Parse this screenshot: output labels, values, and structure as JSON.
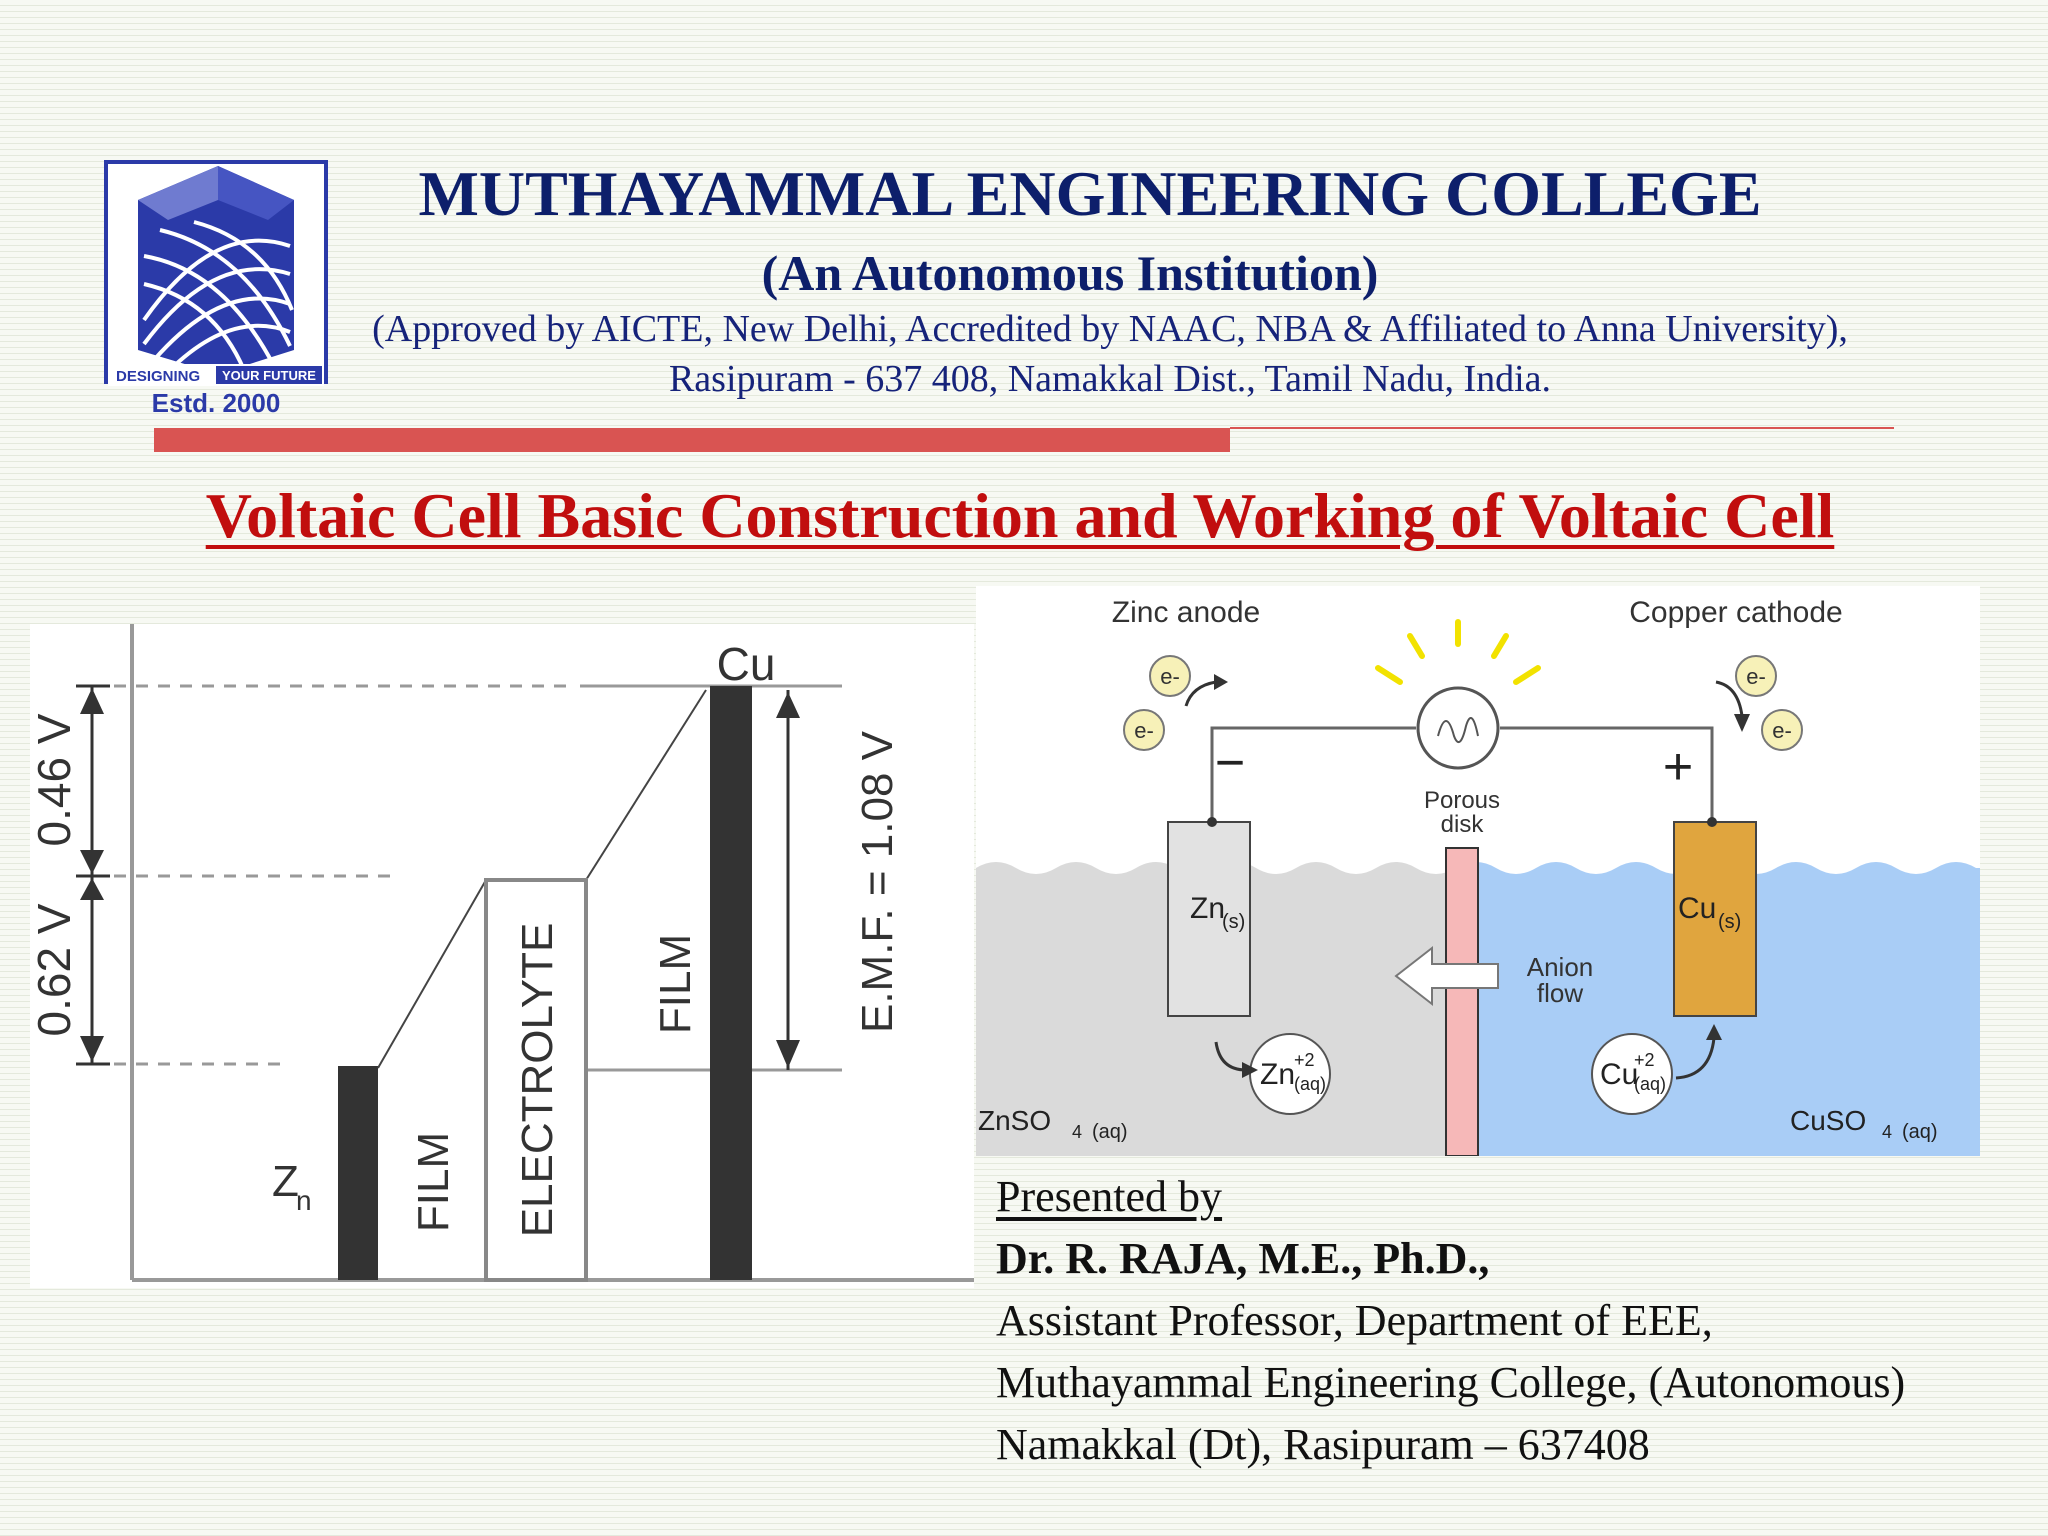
{
  "header": {
    "college_name": "MUTHAYAMMAL ENGINEERING COLLEGE",
    "subtitle": "(An Autonomous Institution)",
    "approval": "(Approved by AICTE, New Delhi, Accredited by NAAC, NBA & Affiliated to Anna University),",
    "address": "Rasipuram - 637 408, Namakkal Dist., Tamil Nadu, India."
  },
  "logo": {
    "tagline_left": "DESIGNING",
    "tagline_right": "YOUR FUTURE",
    "established": "Estd. 2000"
  },
  "slide_title": "Voltaic Cell Basic Construction and Working of Voltaic Cell",
  "potential_diagram": {
    "label_046": "0.46 V",
    "label_062": "0.62 V",
    "label_cu": "Cu",
    "label_zn": "Z",
    "label_zn_sub": "n",
    "label_film_left": "FILM",
    "label_electrolyte": "ELECTROLYTE",
    "label_film_right": "FILM",
    "label_emf": "E.M.F. = 1.08 V"
  },
  "cell_diagram": {
    "zinc_anode": "Zinc anode",
    "copper_cathode": "Copper cathode",
    "electron": "e-",
    "minus": "−",
    "plus": "+",
    "porous": "Porous",
    "disk": "disk",
    "zn": "Zn",
    "zn_state": "(s)",
    "cu": "Cu",
    "cu_state": "(s)",
    "anion": "Anion",
    "flow": "flow",
    "zn_ion": "Zn",
    "cu_ion": "Cu",
    "ion_charge": "+2",
    "ion_state": "(aq)",
    "znso4": "ZnSO",
    "cuso4": "CuSO",
    "sub4": "4",
    "aq": "(aq)"
  },
  "presenter": {
    "presented_by": "Presented by",
    "name": "Dr. R. RAJA, M.E., Ph.D.,",
    "designation": "Assistant Professor, Department of EEE,",
    "institution": "Muthayammal Engineering College, (Autonomous)",
    "location": "Namakkal (Dt), Rasipuram – 637408"
  },
  "colors": {
    "header_blue": "#0d1f6b",
    "title_red": "#c10e0e",
    "rule_red": "#d95452",
    "logo_blue": "#2b3aa8",
    "water_blue": "#a9cdf6",
    "zinc_grey": "#dadada",
    "copper_orange": "#e0a53e",
    "porous_pink": "#f6b8b8"
  },
  "icons": [
    "college-logo",
    "light-bulb-icon",
    "electron-icon",
    "anion-arrow-icon"
  ]
}
